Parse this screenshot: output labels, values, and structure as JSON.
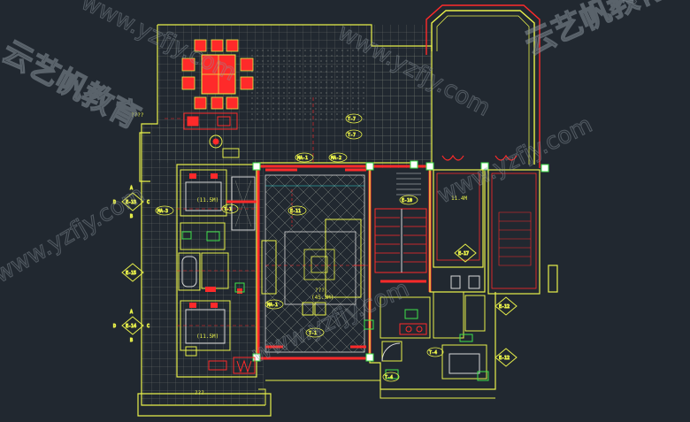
{
  "plan": {
    "labels": {
      "top_left_note": "????",
      "bottom_note": "???",
      "room_area": "(45.3M)",
      "room_name": "???",
      "bedroom_area": "(11.5M)",
      "bedroom_area_2": "(11.5M)",
      "kitchen_area": "11.4M"
    },
    "tags": {
      "t7a": "T-7",
      "t7b": "T-7",
      "t1": "T-1",
      "t1b": "T-1",
      "t4": "T-4",
      "t4b": "T-4",
      "ma1": "MA-1",
      "ma2": "MA-2",
      "ma3": "MA-3",
      "ma4": "MA-1",
      "e11": "E-11",
      "e13": "E-13",
      "e14": "E-14",
      "e15": "E-15",
      "e12": "E-12",
      "e17": "E-17",
      "e10": "E-10",
      "e12b": "E-12"
    },
    "marks": {
      "a": "A",
      "b": "B",
      "c": "C",
      "d": "D"
    }
  },
  "watermarks": {
    "cn": "云艺帆教育",
    "en": "www.yzfjy.com"
  },
  "colors": {
    "background": "#212830",
    "wall_yellow": "#e8f04a",
    "wall_red": "#ff2a2a",
    "grid_gray": "#7a7f78",
    "cyan": "#32d6d6",
    "green": "#3ee24a",
    "white_line": "#d8d8d8"
  }
}
